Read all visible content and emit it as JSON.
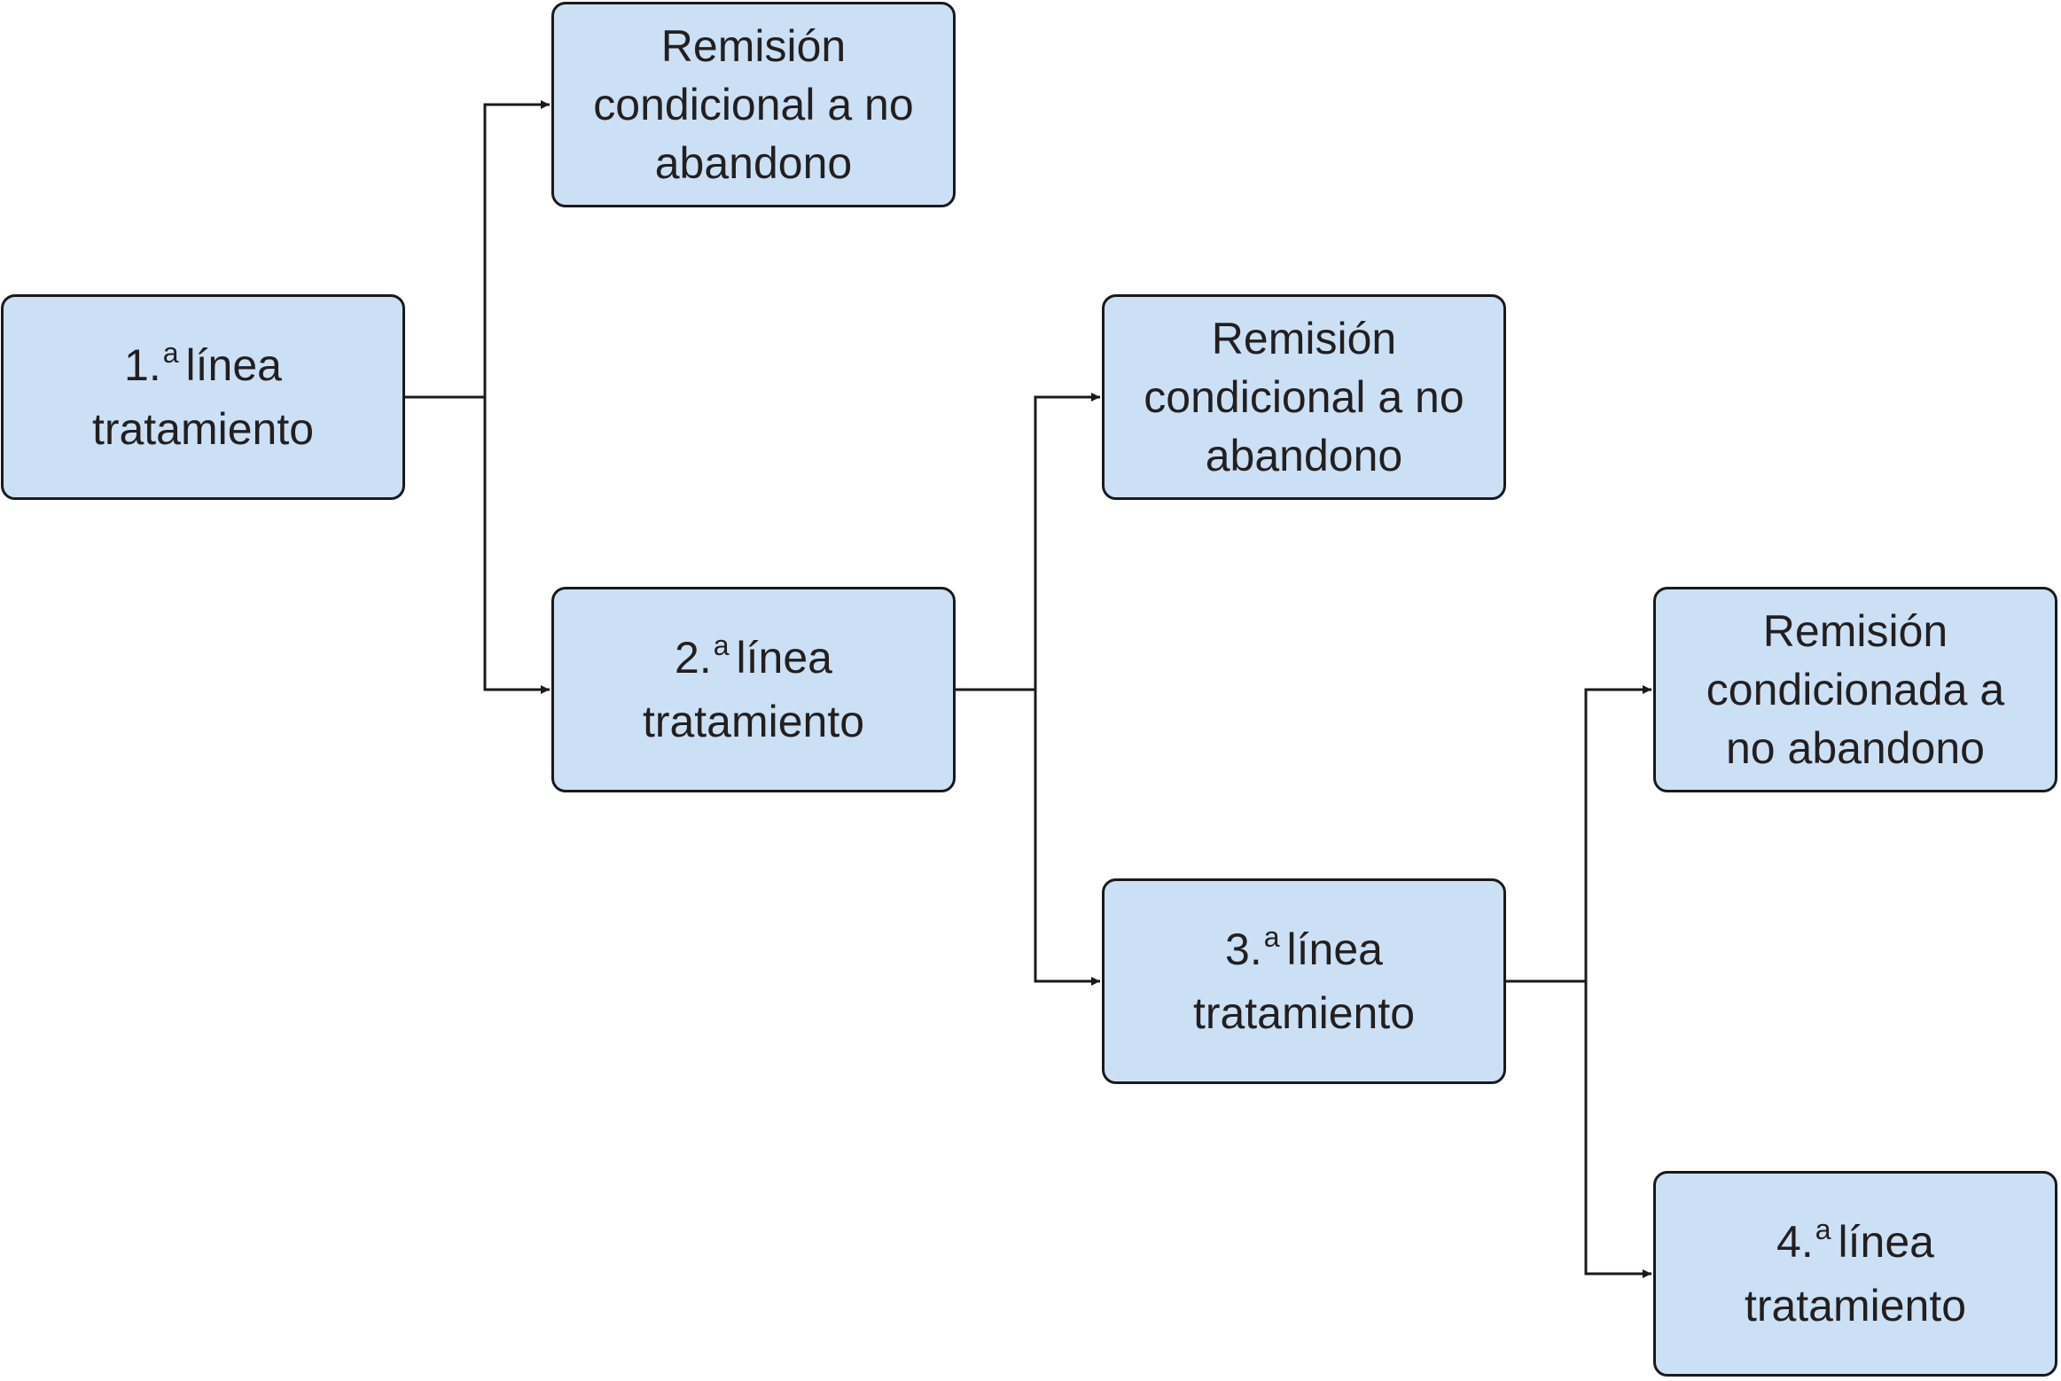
{
  "diagram": {
    "colors": {
      "node_fill": "#cce0f5",
      "node_border": "#1a1a1a",
      "connector": "#1a1a1a",
      "text": "#231f20"
    },
    "nodes": {
      "first_line": {
        "number": "1.",
        "superscript": "a",
        "line1_rest": "línea",
        "line2": "tratamiento"
      },
      "remission_1": {
        "lines": [
          "Remisión",
          "condicional a no",
          "abandono"
        ]
      },
      "second_line": {
        "number": "2.",
        "superscript": "a",
        "line1_rest": "línea",
        "line2": "tratamiento"
      },
      "remission_2": {
        "lines": [
          "Remisión",
          "condicional a no",
          "abandono"
        ]
      },
      "third_line": {
        "number": "3.",
        "superscript": "a",
        "line1_rest": "línea",
        "line2": "tratamiento"
      },
      "remission_3": {
        "lines": [
          "Remisión",
          "condicionada a",
          "no abandono"
        ]
      },
      "fourth_line": {
        "number": "4.",
        "superscript": "a",
        "line1_rest": "línea",
        "line2": "tratamiento"
      }
    },
    "edges": [
      {
        "from": "first_line",
        "to": "remission_1"
      },
      {
        "from": "first_line",
        "to": "second_line"
      },
      {
        "from": "second_line",
        "to": "remission_2"
      },
      {
        "from": "second_line",
        "to": "third_line"
      },
      {
        "from": "third_line",
        "to": "remission_3"
      },
      {
        "from": "third_line",
        "to": "fourth_line"
      }
    ]
  }
}
